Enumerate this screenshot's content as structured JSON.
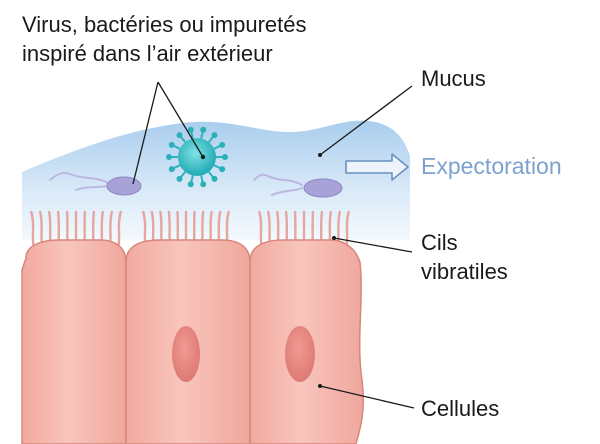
{
  "labels": {
    "virus_line1": "Virus, bactéries ou impuretés",
    "virus_line2": "inspiré dans l’air extérieur",
    "mucus": "Mucus",
    "expectoration": "Expectoration",
    "cils_line1": "Cils",
    "cils_line2": "vibratiles",
    "cellules": "Cellules"
  },
  "colors": {
    "mucus_top": "#a9cdee",
    "mucus_bottom": "#f2f8fd",
    "virus": "#33c4c8",
    "bacteria": "#a9a2d8",
    "cilia": "#e7a9a2",
    "cell_fill": "#f4b6ad",
    "cell_stroke": "#d7877c",
    "nucleus": "#ea8e86",
    "expectoration_text": "#7ea1cf",
    "arrow": "#6a8fc2",
    "text": "#1a1a1a"
  }
}
